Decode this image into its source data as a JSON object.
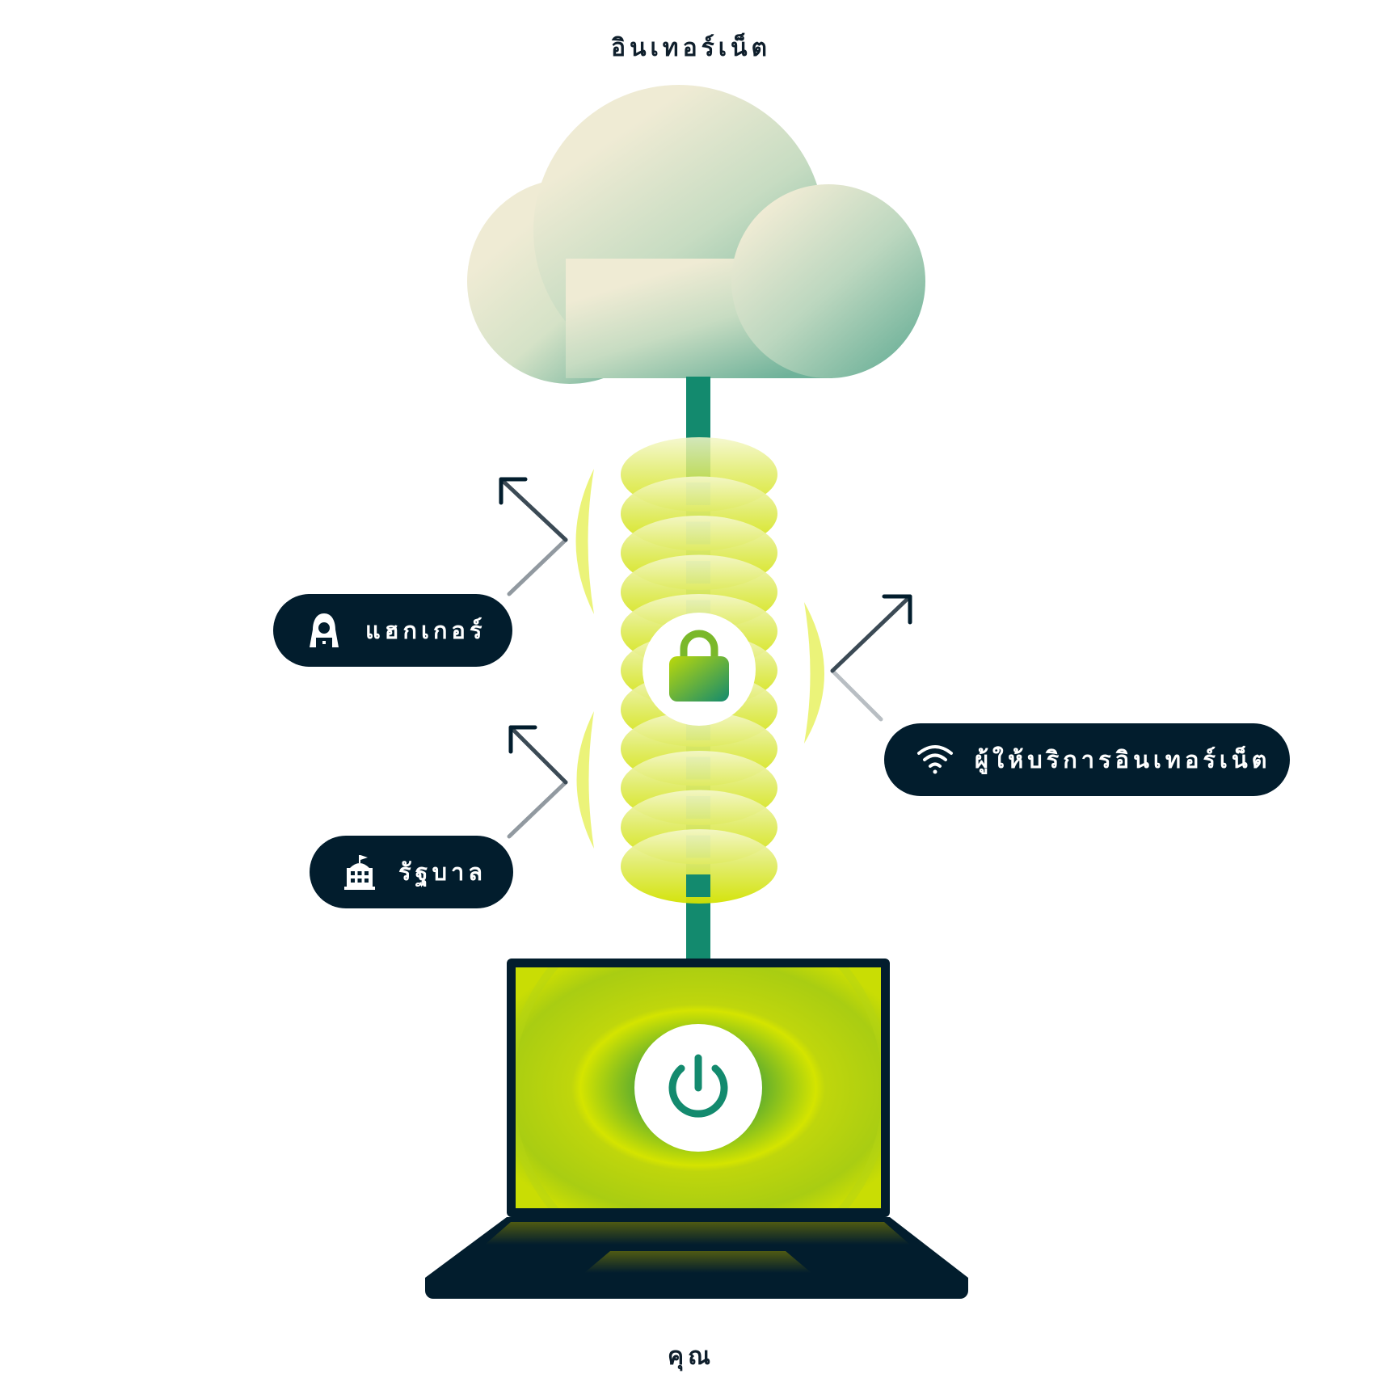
{
  "diagram": {
    "top_label": "อินเทอร์เน็ต",
    "bottom_label": "คุณ",
    "threats": [
      {
        "label": "แฮกเกอร์",
        "icon": "hacker-icon"
      },
      {
        "label": "รัฐบาล",
        "icon": "government-building-icon"
      },
      {
        "label": "ผู้ให้บริการอินเทอร์เน็ต",
        "icon": "wifi-icon"
      }
    ],
    "center_icon": "padlock-icon",
    "device_icon": "power-icon"
  },
  "colors": {
    "navy": "#021d2d",
    "teal": "#138a6e",
    "lime": "#d4e400",
    "cloud_light": "#efebd4",
    "cloud_dark": "#6fb29a"
  }
}
